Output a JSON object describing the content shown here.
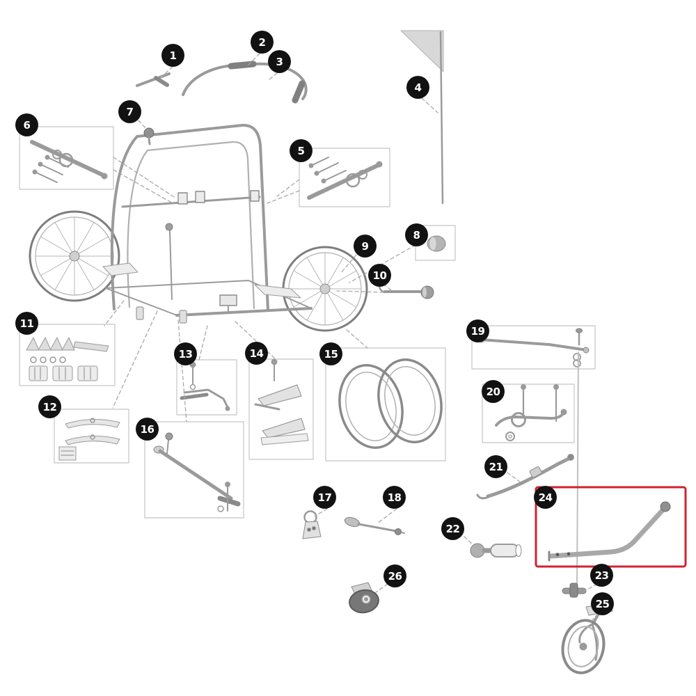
{
  "diagram": {
    "background": "#ffffff",
    "badge_background": "#121212",
    "badge_text_color": "#ffffff",
    "line_color": "#9a9a9a"
  },
  "highlight": {
    "color": "#cf2330",
    "highlighted_callout": "24"
  },
  "callouts": [
    {
      "label": "1"
    },
    {
      "label": "2"
    },
    {
      "label": "3"
    },
    {
      "label": "4"
    },
    {
      "label": "5"
    },
    {
      "label": "6"
    },
    {
      "label": "7"
    },
    {
      "label": "8"
    },
    {
      "label": "9"
    },
    {
      "label": "10"
    },
    {
      "label": "11"
    },
    {
      "label": "12"
    },
    {
      "label": "13"
    },
    {
      "label": "14"
    },
    {
      "label": "15"
    },
    {
      "label": "16"
    },
    {
      "label": "17"
    },
    {
      "label": "18"
    },
    {
      "label": "19"
    },
    {
      "label": "20"
    },
    {
      "label": "21"
    },
    {
      "label": "22"
    },
    {
      "label": "23"
    },
    {
      "label": "24"
    },
    {
      "label": "25"
    },
    {
      "label": "26"
    }
  ]
}
